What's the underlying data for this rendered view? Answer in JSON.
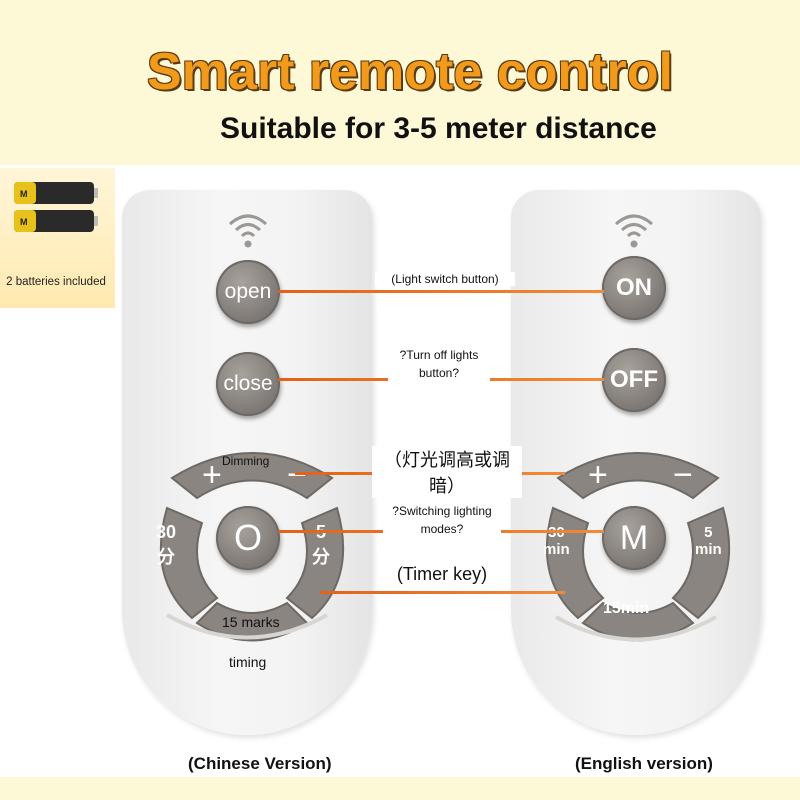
{
  "header": {
    "title": "Smart remote control",
    "subtitle": "Suitable for 3-5 meter distance"
  },
  "battery": {
    "label": "2 batteries included"
  },
  "left_remote": {
    "open_label": "open",
    "close_label": "close",
    "mode_label": "O",
    "timer_left_num": "30",
    "timer_left_unit": "分",
    "timer_right_num": "5",
    "timer_right_unit": "分",
    "dimming_label": "Dimming",
    "marks_label": "15 marks",
    "timing_label": "timing"
  },
  "right_remote": {
    "on_label": "ON",
    "off_label": "OFF",
    "mode_label": "M",
    "timer_left_num": "30",
    "timer_left_unit": "min",
    "timer_right_num": "5",
    "timer_right_unit": "min",
    "bottom_label": "15min"
  },
  "annotations": {
    "light_switch": "(Light switch button)",
    "turn_off": "?Turn off lights button?",
    "dimming_cn": "（灯光调高或调暗）",
    "switching_modes": "?Switching lighting modes?",
    "timer_key": "(Timer key)"
  },
  "captions": {
    "chinese": "(Chinese Version)",
    "english": "(English version)"
  },
  "colors": {
    "accent_orange": "#f29a1c",
    "connector_orange": "#e2621a",
    "button_gray": "#807a75",
    "background": "#fdf8d6"
  }
}
